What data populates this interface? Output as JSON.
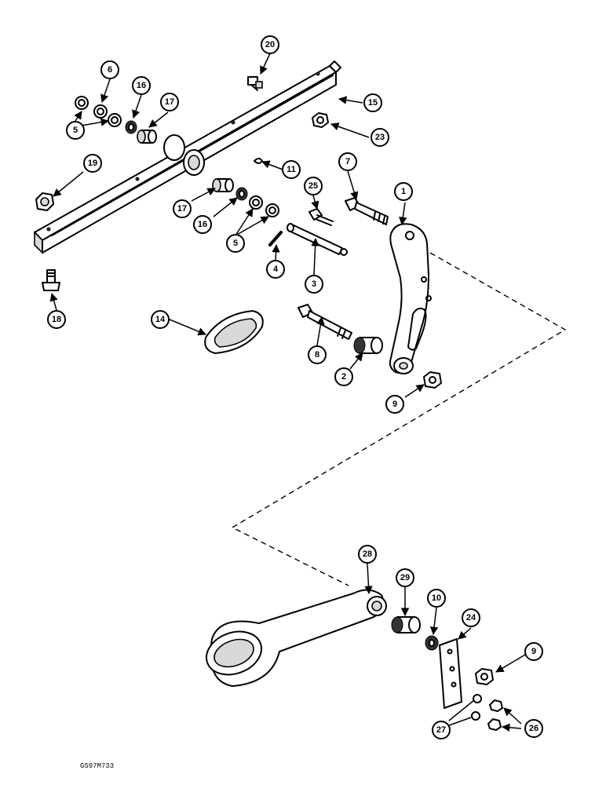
{
  "drawing_code": "GS97M733",
  "callouts": [
    {
      "label": "20"
    },
    {
      "label": "6"
    },
    {
      "label": "16"
    },
    {
      "label": "17"
    },
    {
      "label": "15"
    },
    {
      "label": "5"
    },
    {
      "label": "23"
    },
    {
      "label": "19"
    },
    {
      "label": "7"
    },
    {
      "label": "11"
    },
    {
      "label": "25"
    },
    {
      "label": "1"
    },
    {
      "label": "17"
    },
    {
      "label": "16"
    },
    {
      "label": "5"
    },
    {
      "label": "4"
    },
    {
      "label": "3"
    },
    {
      "label": "18"
    },
    {
      "label": "14"
    },
    {
      "label": "8"
    },
    {
      "label": "2"
    },
    {
      "label": "9"
    },
    {
      "label": "28"
    },
    {
      "label": "29"
    },
    {
      "label": "10"
    },
    {
      "label": "24"
    },
    {
      "label": "9"
    },
    {
      "label": "27"
    },
    {
      "label": "26"
    }
  ]
}
